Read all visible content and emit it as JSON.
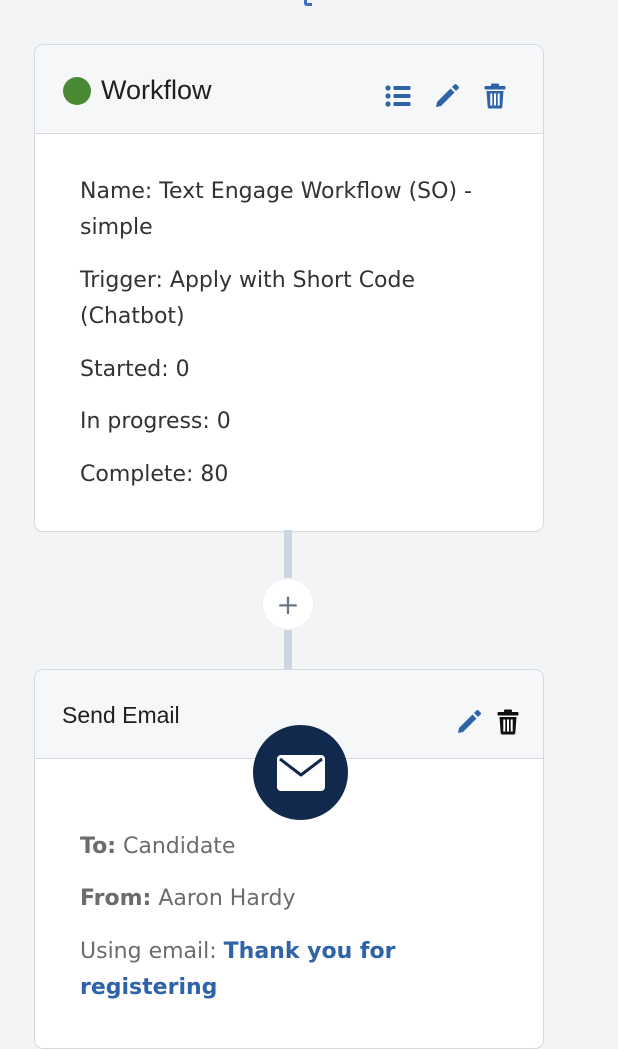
{
  "colors": {
    "accent": "#2f63a8",
    "status_active": "#4b8a35",
    "badge_dark": "#10294d"
  },
  "workflow": {
    "title": "Workflow",
    "status_icon": "status-dot-icon",
    "actions": {
      "list_icon": "list-icon",
      "edit_icon": "pencil-icon",
      "delete_icon": "trash-icon"
    },
    "name_line": "Name: Text Engage Workflow (SO) - simple",
    "trigger_line": "Trigger: Apply with Short Code (Chatbot)",
    "started_line": "Started: 0",
    "in_progress_line": "In progress: 0",
    "complete_line": "Complete: 80"
  },
  "connector": {
    "add_label": "+"
  },
  "send_email": {
    "title": "Send Email",
    "badge_icon": "envelope-icon",
    "to_label": "To:",
    "to_value": "Candidate",
    "from_label": "From:",
    "from_value": "Aaron Hardy",
    "using_label": "Using email:",
    "using_value": "Thank you for registering"
  }
}
